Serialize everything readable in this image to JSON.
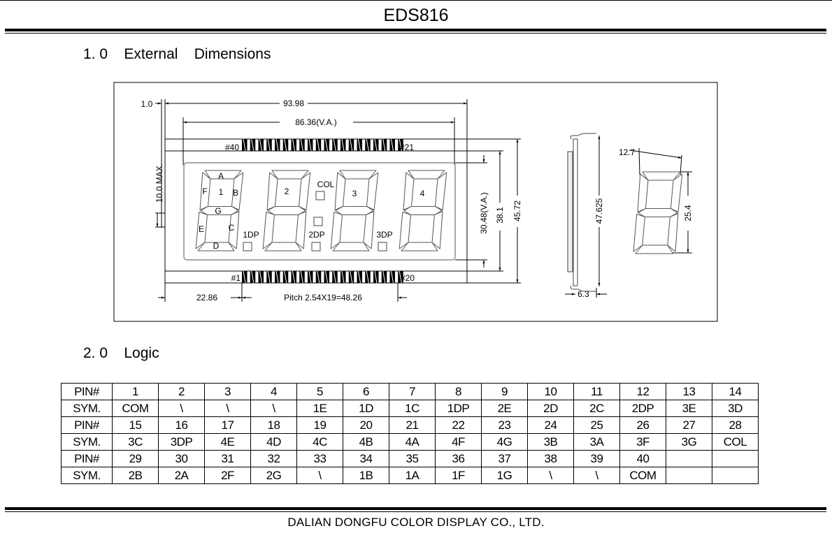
{
  "header": {
    "title": "EDS816"
  },
  "sections": {
    "external": {
      "number": "1. 0",
      "title": "External",
      "title2": "Dimensions"
    },
    "logic": {
      "number": "2. 0",
      "title": "Logic"
    }
  },
  "drawing": {
    "dim_thickness": "1.0",
    "dim_overall_width": "93.98",
    "dim_va_width": "86.36(V.A.)",
    "dim_max_height": "10.0 MAX.",
    "pin_40": "#40",
    "pin_21": "#21",
    "pin_1": "#1",
    "pin_20": "#20",
    "dim_pin_offset": "22.86",
    "dim_pitch": "Pitch 2.54X19=48.26",
    "dim_va_height": "30.48(V.A.)",
    "dim_pin_rows": "38.1",
    "dim_overall_height": "45.72",
    "segments": {
      "a": "A",
      "b": "B",
      "c": "C",
      "d": "D",
      "e": "E",
      "f": "F",
      "g": "G"
    },
    "digits": [
      "1",
      "2",
      "3",
      "4"
    ],
    "col": "COL",
    "dp1": "1DP",
    "dp2": "2DP",
    "dp3": "3DP",
    "dim_side_height": "47.625",
    "dim_side_depth": "6.3",
    "dim_char_width": "12.7",
    "dim_char_height": "25.4"
  },
  "logic_table": {
    "pin_label": "PIN#",
    "sym_label": "SYM.",
    "rows": [
      {
        "pins": [
          "1",
          "2",
          "3",
          "4",
          "5",
          "6",
          "7",
          "8",
          "9",
          "10",
          "11",
          "12",
          "13",
          "14"
        ],
        "syms": [
          "COM",
          "\\",
          "\\",
          "\\",
          "1E",
          "1D",
          "1C",
          "1DP",
          "2E",
          "2D",
          "2C",
          "2DP",
          "3E",
          "3D"
        ]
      },
      {
        "pins": [
          "15",
          "16",
          "17",
          "18",
          "19",
          "20",
          "21",
          "22",
          "23",
          "24",
          "25",
          "26",
          "27",
          "28"
        ],
        "syms": [
          "3C",
          "3DP",
          "4E",
          "4D",
          "4C",
          "4B",
          "4A",
          "4F",
          "4G",
          "3B",
          "3A",
          "3F",
          "3G",
          "COL"
        ]
      },
      {
        "pins": [
          "29",
          "30",
          "31",
          "32",
          "33",
          "34",
          "35",
          "36",
          "37",
          "38",
          "39",
          "40",
          "",
          ""
        ],
        "syms": [
          "2B",
          "2A",
          "2F",
          "2G",
          "\\",
          "1B",
          "1A",
          "1F",
          "1G",
          "\\",
          "\\",
          "COM",
          "",
          ""
        ]
      }
    ]
  },
  "footer": {
    "company": "DALIAN DONGFU COLOR DISPLAY CO., LTD."
  }
}
